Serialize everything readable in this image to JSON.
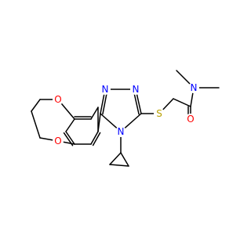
{
  "diagram": {
    "type": "skeletal-structure",
    "colors": {
      "bond": "#000000",
      "oxygen": "#ff0000",
      "nitrogen": "#0000ff",
      "sulfur": "#b8a000"
    },
    "atoms": {
      "O_ring_top": {
        "label": "O",
        "element": "oxygen"
      },
      "O_ring_bottom": {
        "label": "O",
        "element": "oxygen"
      },
      "N_triazole_1": {
        "label": "N",
        "element": "nitrogen"
      },
      "N_triazole_2": {
        "label": "N",
        "element": "nitrogen"
      },
      "N_triazole_4": {
        "label": "N",
        "element": "nitrogen"
      },
      "S_thioether": {
        "label": "S",
        "element": "sulfur"
      },
      "O_carbonyl": {
        "label": "O",
        "element": "oxygen"
      },
      "N_amide": {
        "label": "N",
        "element": "nitrogen"
      }
    }
  }
}
